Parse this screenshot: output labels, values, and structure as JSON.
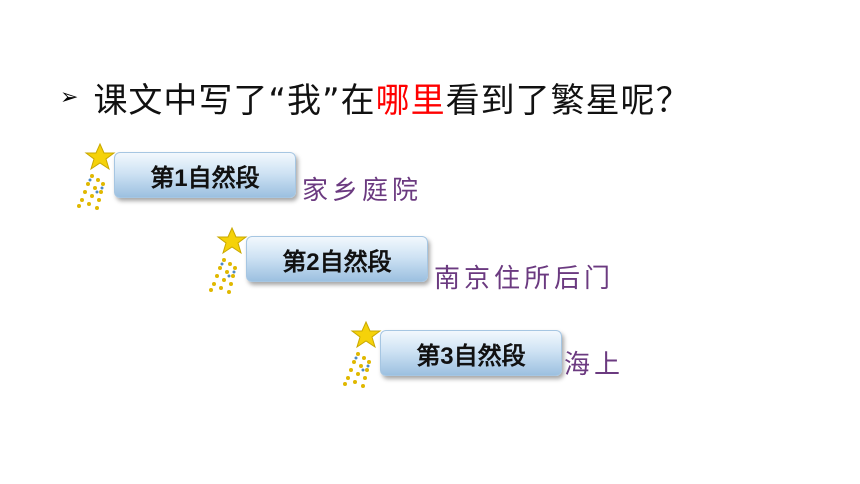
{
  "question": {
    "prefix": "课文中写了“我”在",
    "highlight": "哪里",
    "suffix": "看到了繁星呢？"
  },
  "paragraphs": [
    {
      "label": "第1自然段",
      "answer": "家乡庭院"
    },
    {
      "label": "第2自然段",
      "answer": "南京住所后门"
    },
    {
      "label": "第3自然段",
      "answer": "海上"
    }
  ],
  "colors": {
    "highlight": "#ff0000",
    "answer": "#6b3a80",
    "pill": "#cfe3f4",
    "star": "#f5d20a"
  }
}
